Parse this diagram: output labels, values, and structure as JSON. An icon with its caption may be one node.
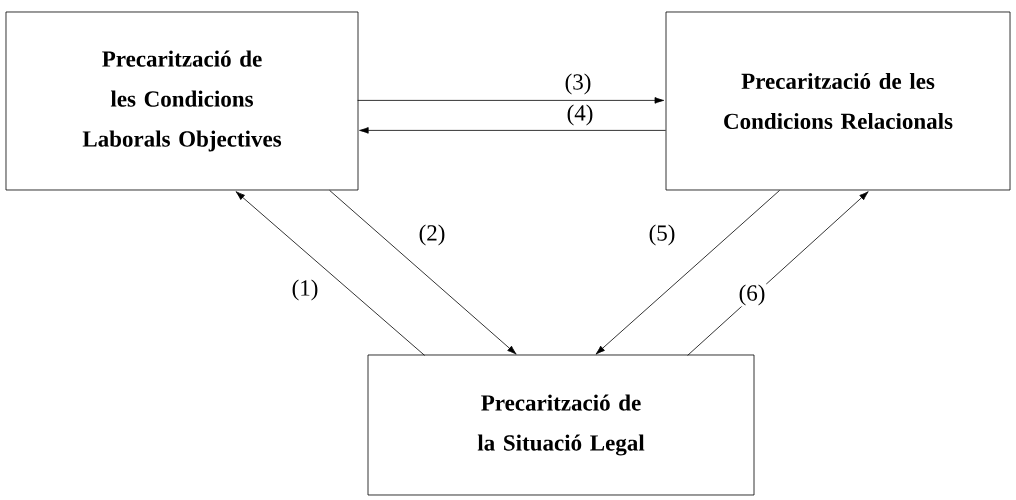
{
  "diagram": {
    "nodes": [
      {
        "text": [
          "Precarització de les Condicions Laborals Objectives"
        ]
      },
      {
        "text": [
          "Precarització de les Condicions Relacionals"
        ]
      },
      {
        "text": [
          "Precarització de la Situació Legal"
        ]
      }
    ],
    "edges": [
      {
        "from": 2,
        "to": 0,
        "arrow": "to",
        "label": "(1)"
      },
      {
        "from": 0,
        "to": 2,
        "arrow": "to",
        "label": "(2)"
      },
      {
        "from": 0,
        "to": 1,
        "arrow": "to",
        "label": "(3)"
      },
      {
        "from": 1,
        "to": 0,
        "arrow": "to",
        "label": "(4)"
      },
      {
        "from": 1,
        "to": 2,
        "arrow": "to",
        "label": "(5)"
      },
      {
        "from": 2,
        "to": 1,
        "arrow": "to",
        "label": "(6)"
      }
    ]
  }
}
